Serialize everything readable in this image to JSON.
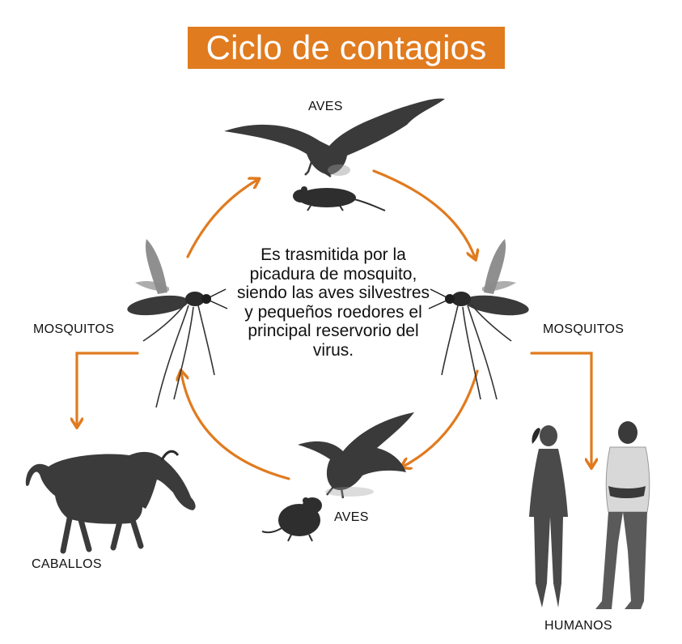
{
  "title": "Ciclo de contagios",
  "description": "Es trasmitida por la picadura de mosquito, siendo las aves silvestres y pequeños roedores el principal reservorio del virus.",
  "labels": {
    "aves_top": "AVES",
    "aves_bottom": "AVES",
    "mosquitos_left": "MOSQUITOS",
    "mosquitos_right": "MOSQUITOS",
    "caballos": "CABALLOS",
    "humanos": "HUMANOS"
  },
  "colors": {
    "accent": "#e07b1f",
    "title_text": "#ffffff",
    "text": "#111111",
    "silhouette": "#3a3a3a"
  },
  "icons": [
    "eagle-icon",
    "rat-icon",
    "mosquito-icon",
    "horse-icon",
    "people-icon",
    "arrow-icon"
  ]
}
